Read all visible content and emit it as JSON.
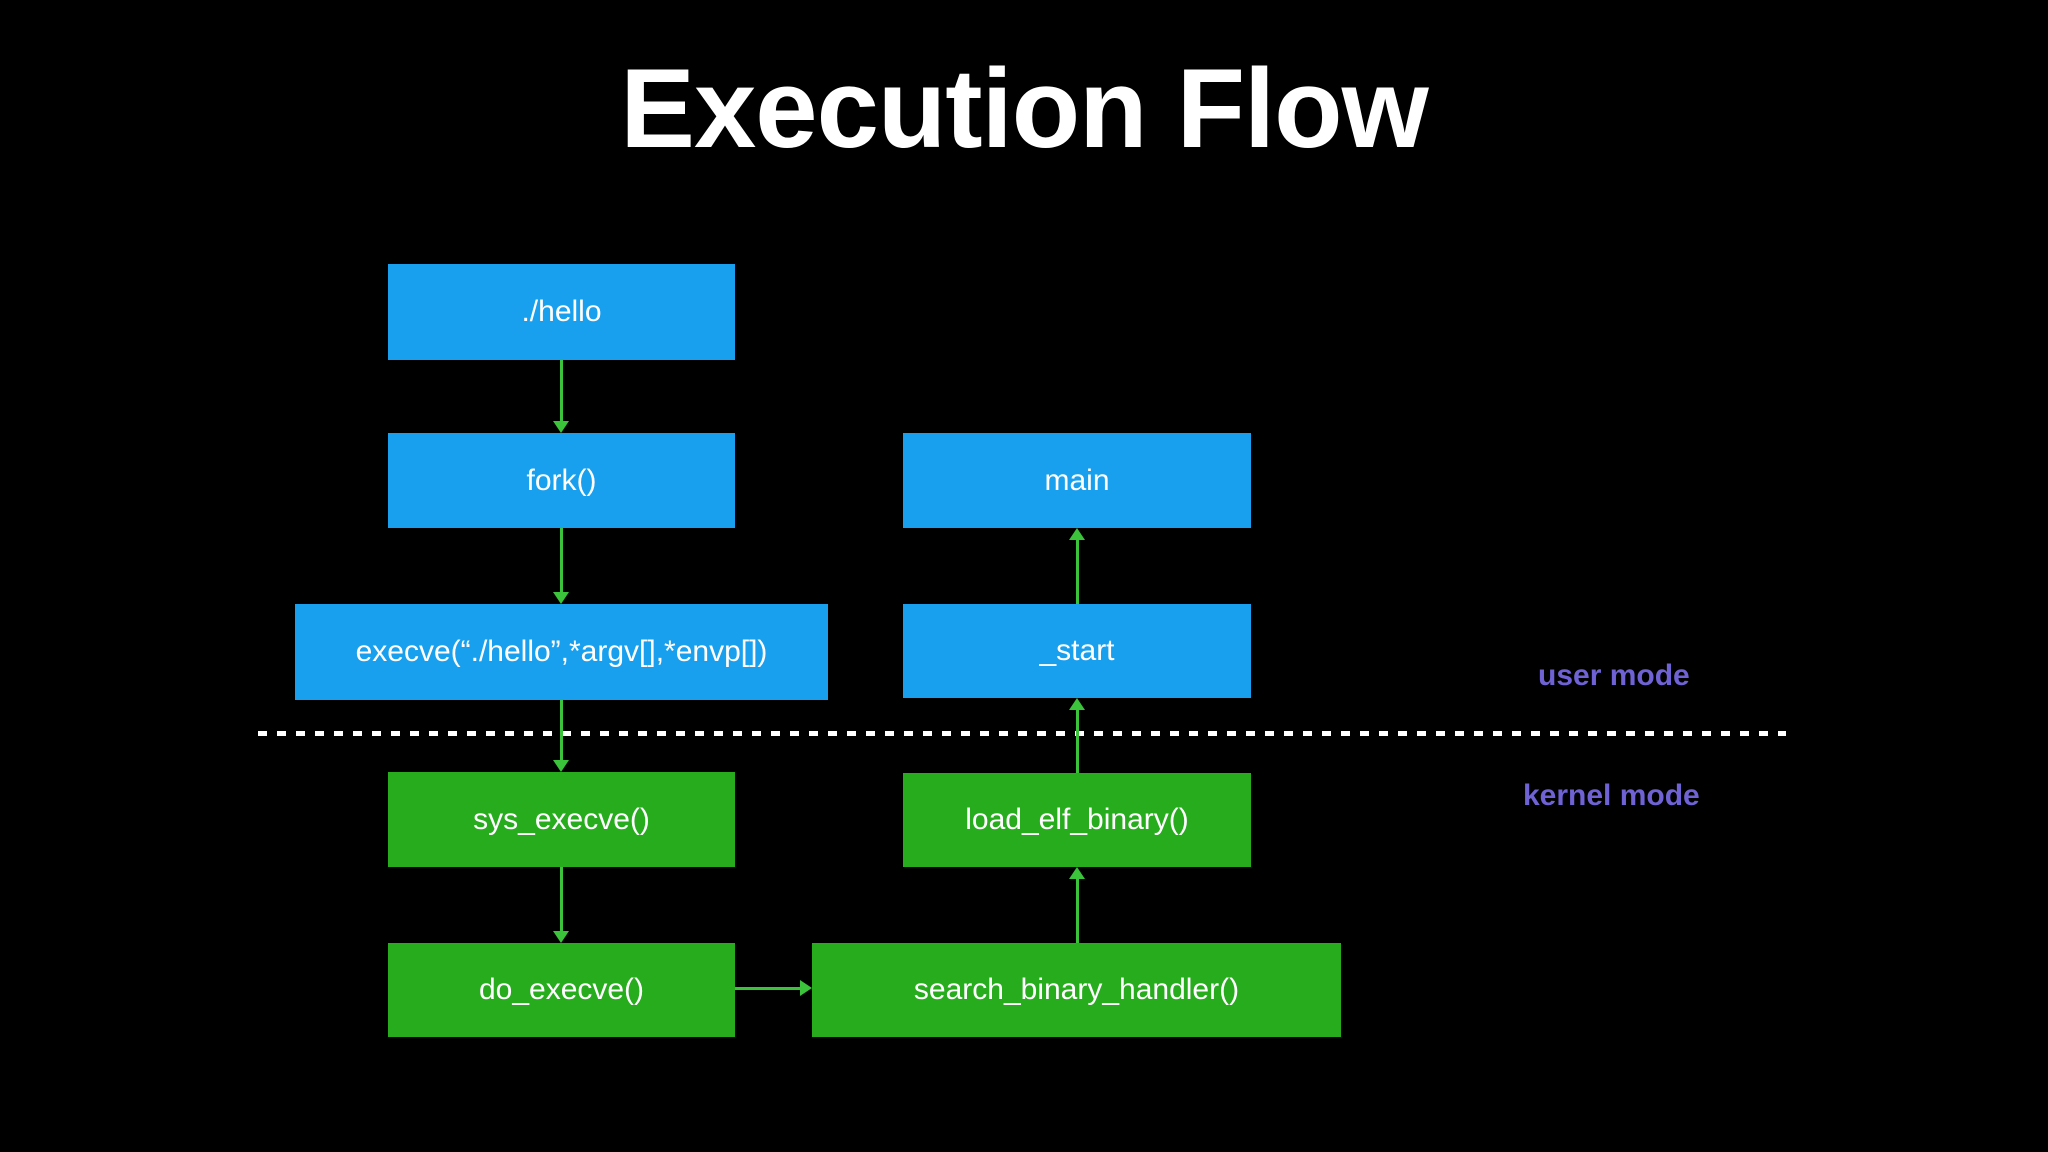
{
  "title": "Execution Flow",
  "colors": {
    "background": "#000000",
    "user_mode_box": "#18A0EF",
    "kernel_mode_box": "#27AC1E",
    "arrow": "#3CC33C",
    "mode_label": "#6E62D4",
    "divider": "#FFFFFF",
    "box_text": "#FFFFFF"
  },
  "diagram": {
    "nodes": {
      "hello": "./hello",
      "fork": "fork()",
      "execve": "execve(“./hello”,*argv[],*envp[])",
      "main": "main",
      "start": "_start",
      "sys_execve": "sys_execve()",
      "load_elf_binary": "load_elf_binary()",
      "do_execve": "do_execve()",
      "search_binary_handler": "search_binary_handler()"
    },
    "mode_labels": {
      "user": "user mode",
      "kernel": "kernel mode"
    }
  }
}
